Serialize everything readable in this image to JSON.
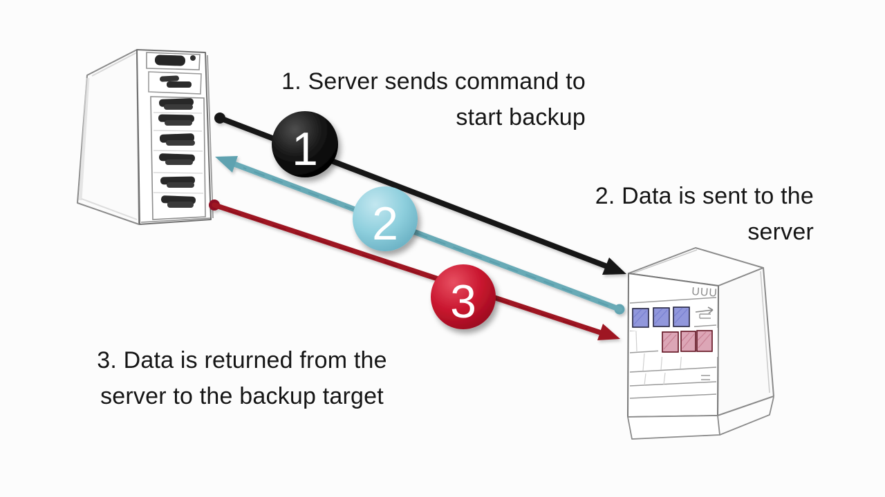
{
  "canvas": {
    "background": "#fcfcfc"
  },
  "steps": [
    {
      "number": "1",
      "badge_color": "#0d0d0d",
      "arrow_color": "#141414",
      "caption": "1. Server sends command to start backup",
      "caption_lines": [
        "1. Server sends command to",
        "start backup"
      ],
      "direction": "backup-target-to-server"
    },
    {
      "number": "2",
      "badge_color": "#8ecfdd",
      "arrow_color": "#68aab6",
      "caption": "2. Data is sent to the server",
      "caption_lines": [
        "2. Data is sent to the",
        "server"
      ],
      "direction": "server-to-backup-target"
    },
    {
      "number": "3",
      "badge_color": "#c41a31",
      "arrow_color": "#9e1523",
      "caption": "3. Data is returned from the server to the backup target",
      "caption_lines": [
        "3. Data is returned from the",
        "server to the backup target"
      ],
      "direction": "backup-target-to-server"
    }
  ],
  "nodes": {
    "tower": {
      "kind": "tower-computer-sketch"
    },
    "rack": {
      "kind": "server-rack-sketch",
      "marking": "UUU",
      "module_colors": {
        "top_row": "#9197dc",
        "bottom_row": "#dca6b6"
      }
    }
  }
}
